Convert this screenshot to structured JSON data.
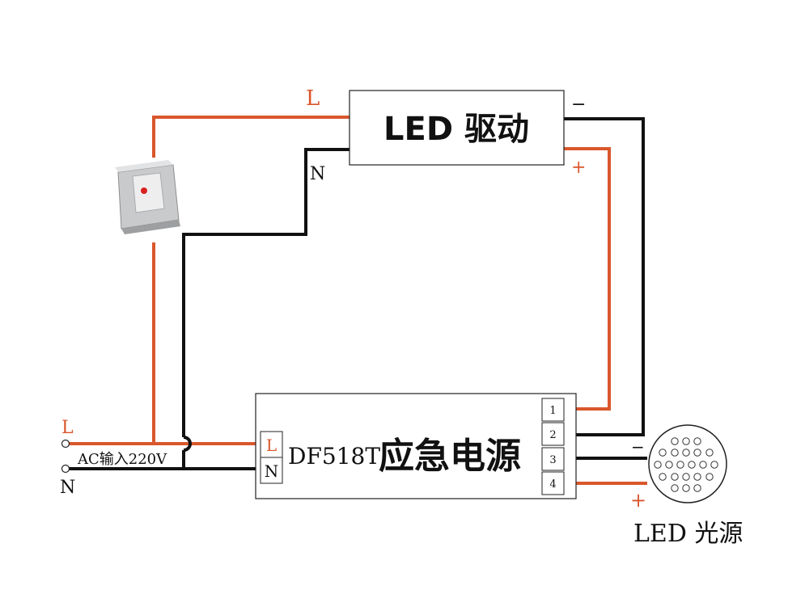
{
  "colors": {
    "live_wire": "#d9572c",
    "neutral_wire": "#111111",
    "switch_led": "#d92020"
  },
  "driver": {
    "title": "LED 驱动",
    "input_l": "L",
    "input_n": "N",
    "out_minus": "−",
    "out_plus": "+"
  },
  "switch": {
    "icon": "wall-switch-icon"
  },
  "emergency": {
    "model": "DF518T",
    "name": "应急电源",
    "term_l": "L",
    "term_n": "N",
    "terminals": [
      "1",
      "2",
      "3",
      "4"
    ]
  },
  "ac_input": {
    "label": "AC输入220V",
    "l": "L",
    "n": "N"
  },
  "led_source": {
    "label": "LED 光源",
    "minus": "−",
    "plus": "+"
  }
}
